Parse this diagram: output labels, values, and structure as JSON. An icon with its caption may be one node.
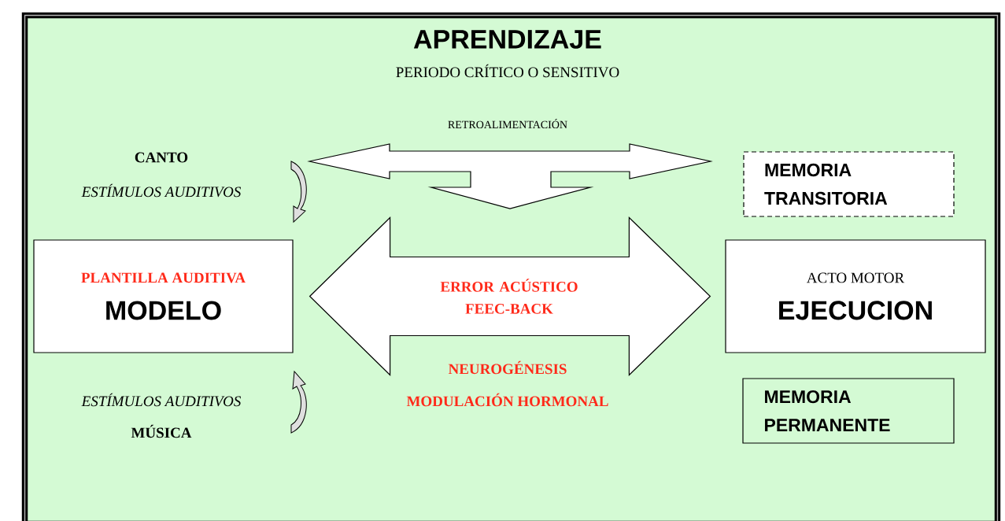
{
  "diagram": {
    "nodes": [
      {
        "text": [
          "APRENDIZAJE",
          "PERIODO CRÍTICO O SENSITIVO"
        ]
      },
      {
        "text": [
          "PLANTILLA AUDITIVA",
          "MODELO"
        ],
        "in": 0
      },
      {
        "text": [
          "ACTO MOTOR",
          "EJECUCION"
        ],
        "in": 0
      },
      {
        "text": [
          "MEMORIA TRANSITORIA"
        ],
        "in": 0
      },
      {
        "text": [
          "MEMORIA PERMANENTE"
        ],
        "in": 0
      }
    ],
    "edges": [
      {
        "from": 1,
        "to": 2,
        "arrow": "both",
        "label": "ERROR ACÚSTICO FEEC-BACK"
      }
    ],
    "labels": [
      "RETROALIMENTACIÓN",
      "CANTO",
      "ESTÍMULOS AUDITIVOS",
      "NEUROGÉNESIS",
      "MODULACIÓN HORMONAL",
      "ESTÍMULOS AUDITIVOS",
      "MÚSICA"
    ]
  }
}
